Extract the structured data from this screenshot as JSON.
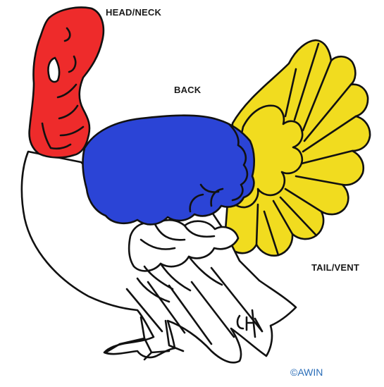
{
  "labels": {
    "head_neck": "HEAD/NECK",
    "back": "BACK",
    "tail_vent": "TAIL/VENT",
    "copyright": "©AWIN"
  },
  "colors": {
    "head_neck": "#ee2b2b",
    "back": "#2b44d6",
    "tail_vent": "#f1dc1f",
    "body": "#ffffff",
    "outline": "#111111",
    "copyright": "#2a6db8"
  },
  "illustration": {
    "subject": "turkey-outline-drawing",
    "regions": [
      "head_neck",
      "back",
      "tail_vent",
      "body"
    ]
  }
}
